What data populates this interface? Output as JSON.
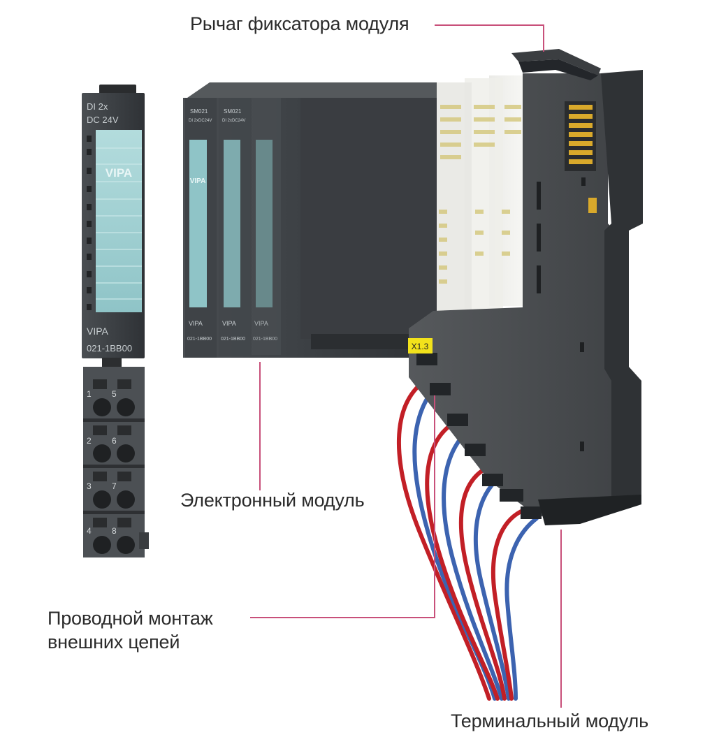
{
  "labels": {
    "lever": "Рычаг фиксатора модуля",
    "electronic": "Электронный модуль",
    "wiring_line1": "Проводной монтаж",
    "wiring_line2": "внешних цепей",
    "terminal": "Терминальный модуль"
  },
  "module_left": {
    "type_line1": "DI 2x",
    "type_line2": "DC 24V",
    "logo": "VIPA",
    "brand": "VIPA",
    "part": "021-1BB00",
    "pins": [
      "1",
      "5",
      "2",
      "6",
      "3",
      "7",
      "4",
      "8"
    ]
  },
  "module_right": {
    "front1_top": "SM021",
    "front1_sub": "DI 2xDC24V",
    "front1_logo": "VIPA",
    "front1_brand": "VIPA",
    "front1_part": "021-1BB00",
    "front2_top": "SM021",
    "front2_sub": "DI 2xDC24V",
    "front2_brand": "VIPA",
    "front2_part": "021-1BB00",
    "front3_brand": "VIPA",
    "front3_part": "021-1BB00",
    "tag": "X1.3"
  },
  "colors": {
    "leader_line": "#c8507a",
    "housing": "#3c3f42",
    "led_window": "#9fcfd1",
    "tag": "#f2e21b",
    "wire_red": "#c21f26",
    "wire_blue": "#3c63b0"
  }
}
